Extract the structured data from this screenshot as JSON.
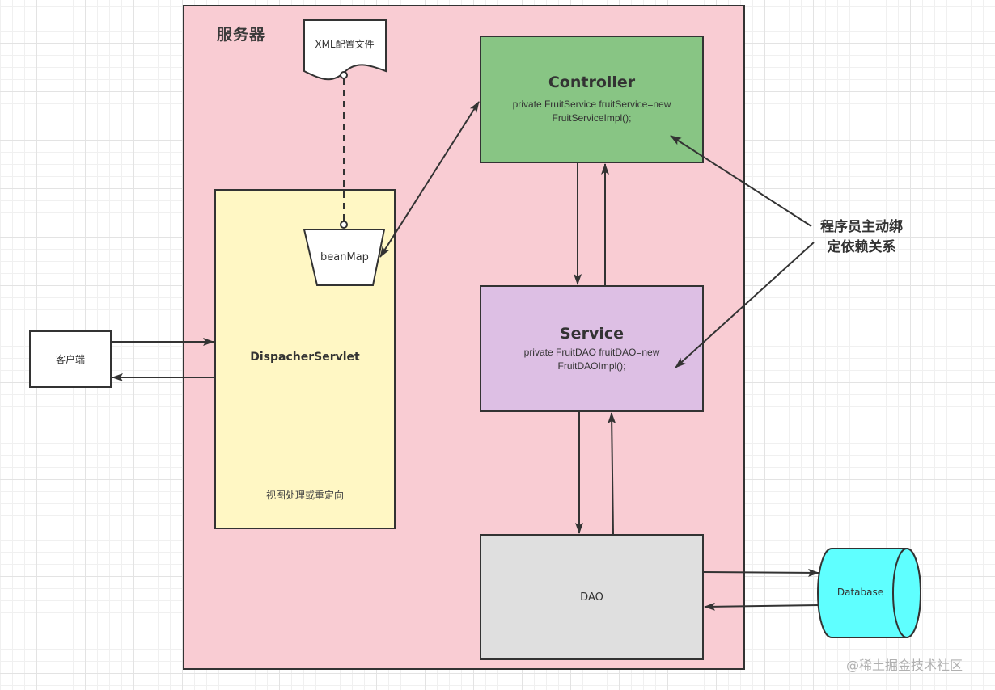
{
  "diagram": {
    "server": {
      "title": "服务器",
      "color": "#f9ccd3"
    },
    "xml_config": {
      "label": "XML配置文件"
    },
    "bean_map": {
      "label": "beanMap"
    },
    "dispatcher": {
      "title": "DispacherServlet",
      "subtitle": "视图处理或重定向",
      "color": "#fff7c4"
    },
    "controller": {
      "title": "Controller",
      "code_line1": "private FruitService fruitService=new",
      "code_line2": "FruitServiceImpl();",
      "color": "#88c584"
    },
    "service": {
      "title": "Service",
      "code_line1": "private FruitDAO fruitDAO=new",
      "code_line2": "FruitDAOImpl();",
      "color": "#ddbfe4"
    },
    "dao": {
      "title": "DAO",
      "color": "#dfdfdf"
    },
    "client": {
      "label": "客户端"
    },
    "database": {
      "label": "Database",
      "color": "#5fffff"
    },
    "annotation": {
      "line1": "程序员主动绑",
      "line2": "定依赖关系"
    },
    "watermark": "@稀土掘金技术社区",
    "edges": [
      {
        "from": "client",
        "to": "dispatcher",
        "type": "arrow"
      },
      {
        "from": "dispatcher",
        "to": "client",
        "type": "arrow"
      },
      {
        "from": "xml_config",
        "to": "bean_map",
        "type": "dashed"
      },
      {
        "from": "bean_map",
        "to": "controller",
        "type": "bidirectional"
      },
      {
        "from": "controller",
        "to": "service",
        "type": "arrow"
      },
      {
        "from": "service",
        "to": "controller",
        "type": "arrow"
      },
      {
        "from": "service",
        "to": "dao",
        "type": "arrow"
      },
      {
        "from": "dao",
        "to": "service",
        "type": "arrow"
      },
      {
        "from": "dao",
        "to": "database",
        "type": "arrow"
      },
      {
        "from": "database",
        "to": "dao",
        "type": "arrow"
      },
      {
        "from": "annotation",
        "to": "controller",
        "type": "arrow"
      },
      {
        "from": "annotation",
        "to": "service",
        "type": "arrow"
      }
    ]
  }
}
